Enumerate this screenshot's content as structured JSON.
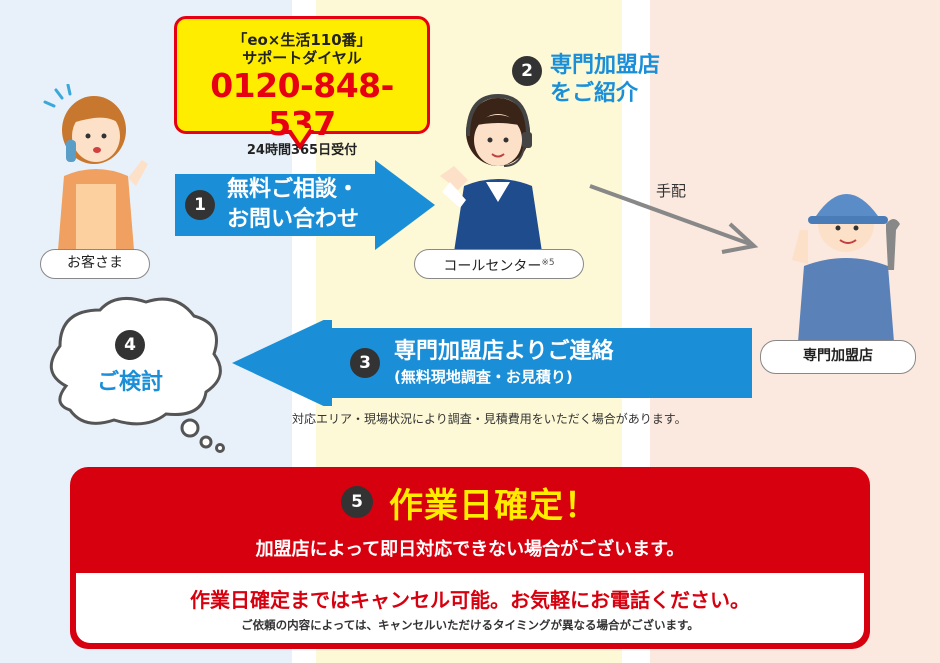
{
  "callout": {
    "line1": "「eo×生活110番」",
    "line2": "サポートダイヤル",
    "phone": "0120-848-537",
    "hours": "24時間365日受付"
  },
  "step1": {
    "num": "1",
    "line1": "無料ご相談・",
    "line2": "お問い合わせ"
  },
  "step2": {
    "num": "2",
    "line1": "専門加盟店",
    "line2": "をご紹介"
  },
  "step3": {
    "num": "3",
    "line1": "専門加盟店よりご連絡",
    "line2": "(無料現地調査・お見積り)"
  },
  "step4": {
    "num": "4",
    "label": "ご検討"
  },
  "step5": {
    "num": "5",
    "title": "作業日確定！",
    "subtitle": "加盟店によって即日対応できない場合がございます。",
    "cancel": "作業日確定まではキャンセル可能。お気軽にお電話ください。",
    "cancel_note": "ご依頼の内容によっては、キャンセルいただけるタイミングが異なる場合がございます。"
  },
  "labels": {
    "customer": "お客さま",
    "callcenter": "コールセンター",
    "callcenter_note": "※5",
    "shop": "専門加盟店",
    "tehai": "手配"
  },
  "note": "対応エリア・現場状況により調査・見積費用をいただく場合があります。",
  "colors": {
    "blue": "#1a8fd8",
    "red": "#d7000f",
    "yellow": "#ffed00"
  }
}
